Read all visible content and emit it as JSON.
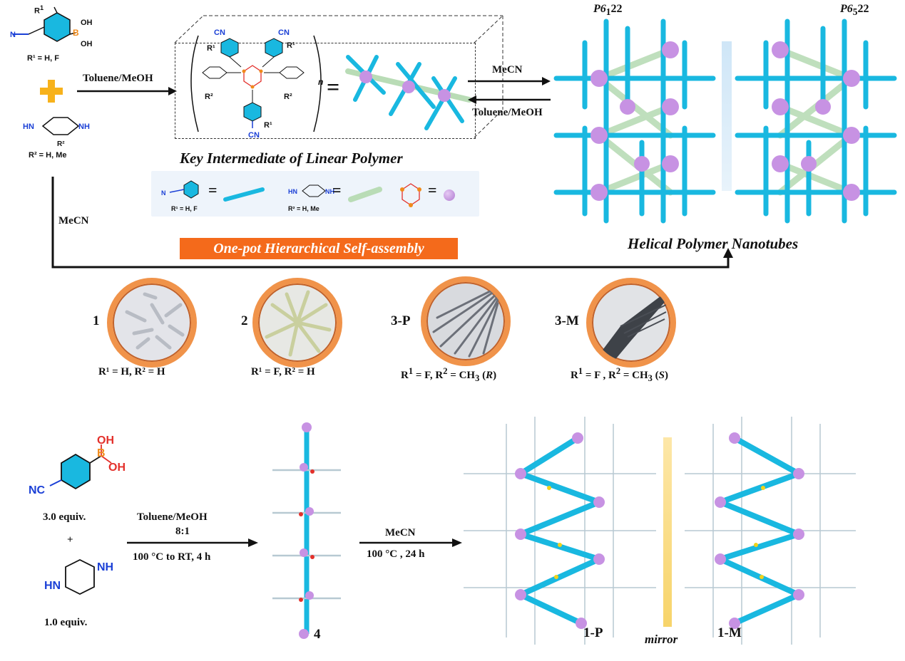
{
  "reactants": {
    "r1_label": "R¹ = H, F",
    "r2_label": "R² = H, Me",
    "boronic_oh": "OH",
    "plus_color": "#f7b21b"
  },
  "top_arrows": {
    "toluene_meoh": "Toluene/MeOH",
    "mecn_forward": "MeCN",
    "toluene_back": "Toluene/MeOH",
    "mecn_down": "MeCN"
  },
  "intermediate": {
    "title": "Key Intermediate of Linear Polymer",
    "cn": "CN",
    "r1": "R¹",
    "r2": "R²",
    "n": "n",
    "equals": "="
  },
  "legend": {
    "r1_text": "R¹ = H, F",
    "r2_text": "R² = H, Me",
    "equals": "="
  },
  "banner": {
    "text": "One-pot Hierarchical Self-assembly",
    "color": "#f46a1b"
  },
  "nanotubes": {
    "title": "Helical Polymer Nanotubes",
    "left_space_group_prefix": "P6",
    "left_space_group_sub": "1",
    "left_space_group_suffix": "22",
    "right_space_group_prefix": "P6",
    "right_space_group_sub": "5",
    "right_space_group_suffix": "22",
    "tube_color": "#19b8e0",
    "node_color": "#c792e3"
  },
  "crystals": [
    {
      "id": "1",
      "caption": "R¹ = H, R² = H"
    },
    {
      "id": "2",
      "caption": "R¹ = F, R² = H"
    },
    {
      "id": "3-P",
      "caption": "R¹ = F, R² = CH₃ (R)"
    },
    {
      "id": "3-M",
      "caption": "R¹ = F , R² = CH₃ (S)"
    }
  ],
  "bottom": {
    "boronic_oh_top": "OH",
    "boronic_oh_right": "OH",
    "boron": "B",
    "nc": "NC",
    "equiv_boronic": "3.0 equiv.",
    "plus": "+",
    "nh": "NH",
    "hn": "HN",
    "equiv_pip": "1.0 equiv.",
    "arrow1_line1": "Toluene/MeOH",
    "arrow1_line2": "8:1",
    "arrow1_cond": "100 °C to RT, 4 h",
    "product4": "4",
    "arrow2_line1": "MeCN",
    "arrow2_cond": "100 °C , 24 h",
    "label_1p": "1-P",
    "mirror": "mirror",
    "label_1m": "1-M"
  }
}
